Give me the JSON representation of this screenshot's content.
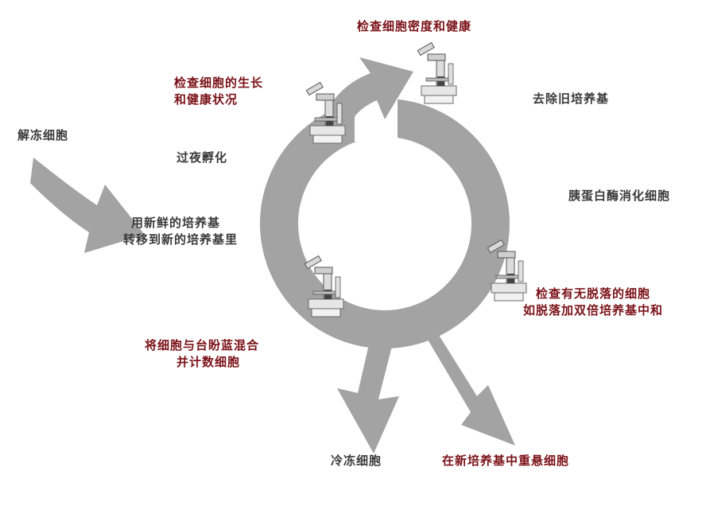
{
  "colors": {
    "arrow": "#a3a3a3",
    "dark_text": "#3a3a3a",
    "red_text": "#7a1218"
  },
  "icons": [
    "microscope-icon"
  ],
  "labels": {
    "thaw": "解冻细胞",
    "check_growth": [
      "检查细胞的生长",
      "和健康状况"
    ],
    "overnight": "过夜孵化",
    "transfer": [
      "用新鲜的培养基",
      "转移到新的培养基里"
    ],
    "check_density": "检查细胞密度和健康",
    "remove_medium": "去除旧培养基",
    "trypsin": "胰蛋白酶消化细胞",
    "check_detach": [
      "检查有无脱落的细胞",
      "如脱落加双倍培养基中和"
    ],
    "count": [
      "将细胞与台盼蓝混合",
      "并计数细胞"
    ],
    "freeze": "冷冻细胞",
    "resuspend": "在新培养基中重悬细胞"
  }
}
